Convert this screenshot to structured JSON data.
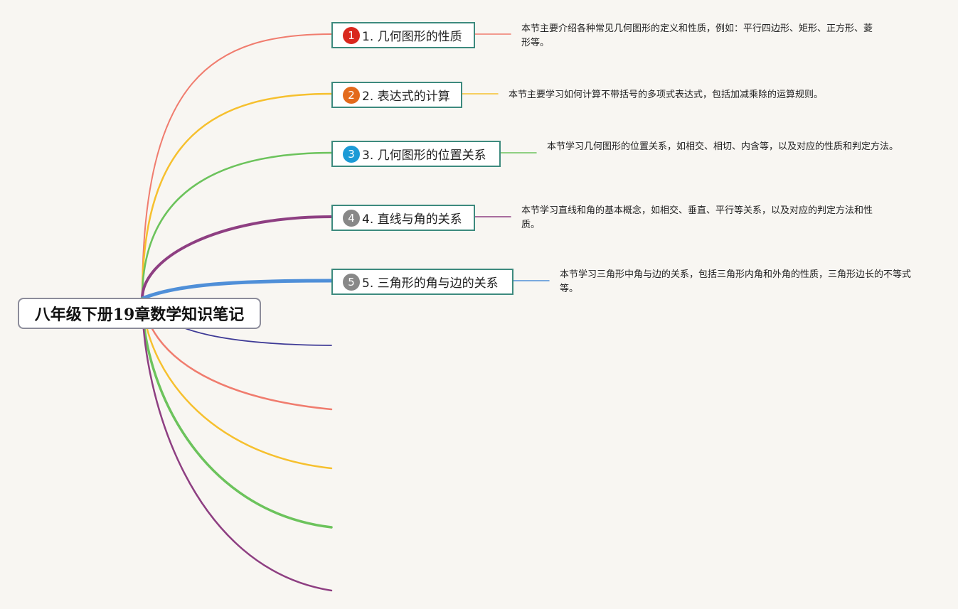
{
  "root": {
    "title": "八年级下册19章数学知识笔记"
  },
  "topics": [
    {
      "number": "1",
      "label": "1. 几何图形的性质",
      "note": "本节主要介绍各种常见几何图形的定义和性质，例如：平行四边形、矩形、正方形、菱形等。",
      "color": "#f07c6e",
      "badge_color": "#d9281e"
    },
    {
      "number": "2",
      "label": "2. 表达式的计算",
      "note": "本节主要学习如何计算不带括号的多项式表达式，包括加减乘除的运算规则。",
      "color": "#f6c02e",
      "badge_color": "#e36a1c"
    },
    {
      "number": "3",
      "label": "3. 几何图形的位置关系",
      "note": "本节学习几何图形的位置关系，如相交、相切、内含等，以及对应的性质和判定方法。",
      "color": "#6cc35c",
      "badge_color": "#1c9ad6"
    },
    {
      "number": "4",
      "label": "4. 直线与角的关系",
      "note": "本节学习直线和角的基本概念，如相交、垂直、平行等关系，以及对应的判定方法和性质。",
      "color": "#8e3f82",
      "badge_color": "#888888"
    },
    {
      "number": "5",
      "label": "5. 三角形的角与边的关系",
      "note": "本节学习三角形中角与边的关系，包括三角形内角和外角的性质，三角形边长的不等式等。",
      "color": "#4f8fd8",
      "badge_color": "#888888"
    }
  ],
  "empty_branch_colors": [
    "#3e3a96",
    "#f07c6e",
    "#f6c02e",
    "#6cc35c",
    "#8e3f82"
  ]
}
